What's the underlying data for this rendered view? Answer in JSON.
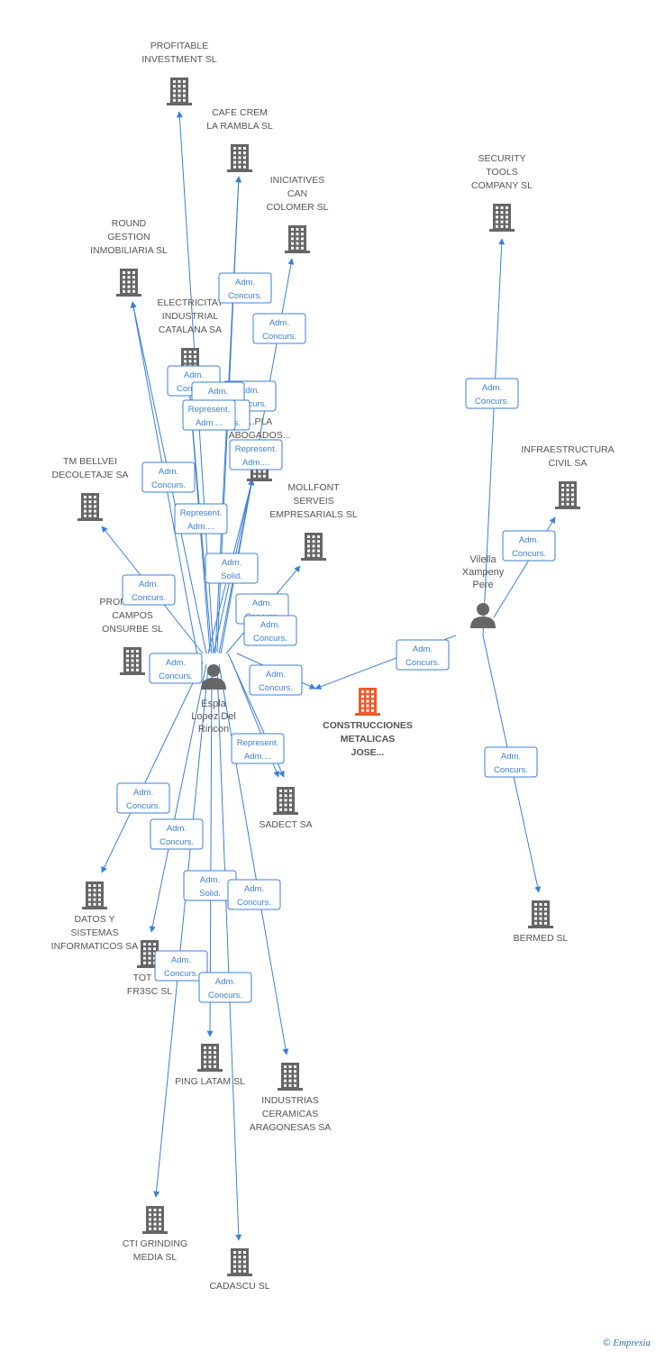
{
  "colors": {
    "edge": "#3b7fd8",
    "company": "#666666",
    "target": "#f05a28",
    "person": "#666666"
  },
  "footer": {
    "copyright": "©",
    "brand": "Empresia"
  },
  "people": [
    {
      "id": "espla",
      "lines": [
        "Espla",
        "Lopez Del",
        "Rincon"
      ]
    },
    {
      "id": "vilella",
      "lines": [
        "Vilella",
        "Xampeny",
        "Pere"
      ]
    }
  ],
  "companies": [
    {
      "id": "target",
      "target": true,
      "lines": [
        "CONSTRUCCIONES",
        "METALICAS",
        "JOSE..."
      ]
    },
    {
      "id": "profitable",
      "lines": [
        "PROFITABLE",
        "INVESTMENT SL"
      ]
    },
    {
      "id": "cafecrem",
      "lines": [
        "CAFE CREM",
        "LA RAMBLA SL"
      ]
    },
    {
      "id": "iniciatives",
      "lines": [
        "INICIATIVES",
        "CAN",
        "COLOMER SL"
      ]
    },
    {
      "id": "round",
      "lines": [
        "ROUND",
        "GESTION",
        "INMOBILIARIA SL"
      ]
    },
    {
      "id": "electricitat",
      "lines": [
        "ELECTRICITAT",
        "INDUSTRIAL",
        "CATALANA SA"
      ]
    },
    {
      "id": "ayo",
      "lines": [
        "...AYO",
        "...PLA",
        "ABOGADOS..."
      ]
    },
    {
      "id": "tmbellvei",
      "lines": [
        "TM BELLVEI",
        "DECOLETAJE SA"
      ]
    },
    {
      "id": "mollfont",
      "lines": [
        "MOLLFONT",
        "SERVEIS",
        "EMPRESARIALS SL"
      ]
    },
    {
      "id": "promocions",
      "lines": [
        "PROMOCIONS",
        "CAMPOS",
        "ONSURBE SL"
      ]
    },
    {
      "id": "sadect",
      "lines": [
        "SADECT SA"
      ]
    },
    {
      "id": "datos",
      "lines": [
        "DATOS Y",
        "SISTEMAS",
        "INFORMATICOS SA"
      ]
    },
    {
      "id": "totva",
      "lines": [
        "TOT VA",
        "FR3SC SL"
      ]
    },
    {
      "id": "pinglatam",
      "lines": [
        "PING LATAM SL"
      ]
    },
    {
      "id": "industrias",
      "lines": [
        "INDUSTRIAS",
        "CERAMICAS",
        "ARAGONESAS SA"
      ]
    },
    {
      "id": "cti",
      "lines": [
        "CTI GRINDING",
        "MEDIA SL"
      ]
    },
    {
      "id": "cadascu",
      "lines": [
        "CADASCU SL"
      ]
    },
    {
      "id": "security",
      "lines": [
        "SECURITY",
        "TOOLS",
        "COMPANY SL"
      ]
    },
    {
      "id": "infraestructura",
      "lines": [
        "INFRAESTRUCTURA",
        "CIVIL SA"
      ]
    },
    {
      "id": "bermed",
      "lines": [
        "BERMED SL"
      ]
    }
  ],
  "edges": [
    {
      "from": "espla",
      "to": "profitable",
      "lines": [
        "Adm.",
        "Concurs."
      ]
    },
    {
      "from": "espla",
      "to": "cafecrem",
      "lines": [
        "Adm.",
        "Concurs."
      ]
    },
    {
      "from": "espla",
      "to": "iniciatives",
      "lines": [
        "Adm.",
        "Concurs."
      ]
    },
    {
      "from": "espla",
      "to": "round",
      "lines": [
        "Adm.",
        "Concurs."
      ]
    },
    {
      "from": "espla",
      "to": "electricitat",
      "lines": [
        "Adm.",
        "Concurs."
      ]
    },
    {
      "from": "espla",
      "to": "electricitat",
      "lines": [
        "Adm.",
        "Concurs."
      ]
    },
    {
      "from": "espla",
      "to": "cafecrem",
      "lines": [
        "Represent.",
        "Adm...."
      ]
    },
    {
      "from": "espla",
      "to": "ayo",
      "lines": [
        "Represent.",
        "Adm...."
      ]
    },
    {
      "from": "espla",
      "to": "tmbellvei",
      "lines": [
        "Adm.",
        "Concurs."
      ]
    },
    {
      "from": "espla",
      "to": "ayo",
      "lines": [
        "Represent.",
        "Adm...."
      ]
    },
    {
      "from": "espla",
      "to": "ayo",
      "lines": [
        "Adm.",
        "Solid."
      ]
    },
    {
      "from": "espla",
      "to": "mollfont",
      "lines": [
        "Adm.",
        "Concurs."
      ]
    },
    {
      "from": "espla",
      "to": "sadect",
      "lines": [
        "Adm.",
        "Concurs."
      ]
    },
    {
      "from": "espla",
      "to": "promocions",
      "lines": [
        "Adm.",
        "Concurs."
      ]
    },
    {
      "from": "espla",
      "to": "target",
      "lines": [
        "Adm.",
        "Concurs."
      ]
    },
    {
      "from": "espla",
      "to": "sadect",
      "lines": [
        "Represent.",
        "Adm...."
      ]
    },
    {
      "from": "espla",
      "to": "datos",
      "lines": [
        "Adm.",
        "Concurs."
      ]
    },
    {
      "from": "espla",
      "to": "totva",
      "lines": [
        "Adm.",
        "Concurs."
      ]
    },
    {
      "from": "espla",
      "to": "pinglatam",
      "lines": [
        "Adm.",
        "Solid."
      ]
    },
    {
      "from": "espla",
      "to": "industrias",
      "lines": [
        "Adm.",
        "Concurs."
      ]
    },
    {
      "from": "espla",
      "to": "cti",
      "lines": [
        "Adm.",
        "Concurs."
      ]
    },
    {
      "from": "espla",
      "to": "cadascu",
      "lines": [
        "Adm.",
        "Concurs."
      ]
    },
    {
      "from": "espla",
      "to": "round",
      "lines": [
        "Adm.",
        "Concurs."
      ]
    },
    {
      "from": "vilella",
      "to": "security",
      "lines": [
        "Adm.",
        "Concurs."
      ]
    },
    {
      "from": "vilella",
      "to": "infraestructura",
      "lines": [
        "Adm.",
        "Concurs."
      ]
    },
    {
      "from": "vilella",
      "to": "target",
      "lines": [
        "Adm.",
        "Concurs."
      ]
    },
    {
      "from": "vilella",
      "to": "bermed",
      "lines": [
        "Adm.",
        "Concurs."
      ]
    }
  ]
}
